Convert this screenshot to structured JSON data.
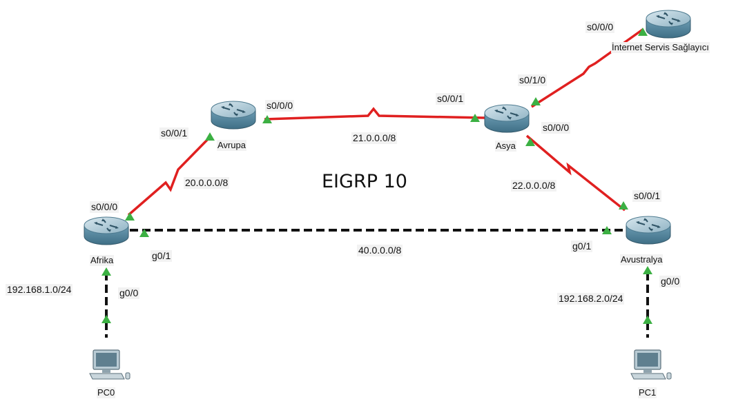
{
  "diagram": {
    "title": "EIGRP 10",
    "colors": {
      "serial_link": "#e02020",
      "ethernet_link": "#111111",
      "port_up": "#3cb043",
      "router_body": "#5f95ad"
    },
    "devices": {
      "isp": {
        "name": "İnternet Servis Sağlayıcı",
        "icon": "router-icon"
      },
      "avrupa": {
        "name": "Avrupa",
        "icon": "router-icon"
      },
      "asya": {
        "name": "Asya",
        "icon": "router-icon"
      },
      "afrika": {
        "name": "Afrika",
        "icon": "router-icon"
      },
      "avustralya": {
        "name": "Avustralya",
        "icon": "router-icon"
      },
      "pc0": {
        "name": "PC0",
        "icon": "pc-icon"
      },
      "pc1": {
        "name": "PC1",
        "icon": "pc-icon"
      }
    },
    "interfaces": {
      "isp_s000": "s0/0/0",
      "asya_s010": "s0/1/0",
      "avrupa_s000": "s0/0/0",
      "asya_s001": "s0/0/1",
      "avrupa_s001": "s0/0/1",
      "asya_s000": "s0/0/0",
      "afrika_s000": "s0/0/0",
      "avustralya_s001": "s0/0/1",
      "afrika_g01": "g0/1",
      "avustralya_g01": "g0/1",
      "afrika_g00": "g0/0",
      "avustralya_g00": "g0/0"
    },
    "networks": {
      "avrupa_asya": "21.0.0.0/8",
      "afrika_avrupa": "20.0.0.0/8",
      "asya_avustralya": "22.0.0.0/8",
      "afrika_avustralya": "40.0.0.0/8",
      "lan_afrika": "192.168.1.0/24",
      "lan_avustralya": "192.168.2.0/24"
    }
  }
}
